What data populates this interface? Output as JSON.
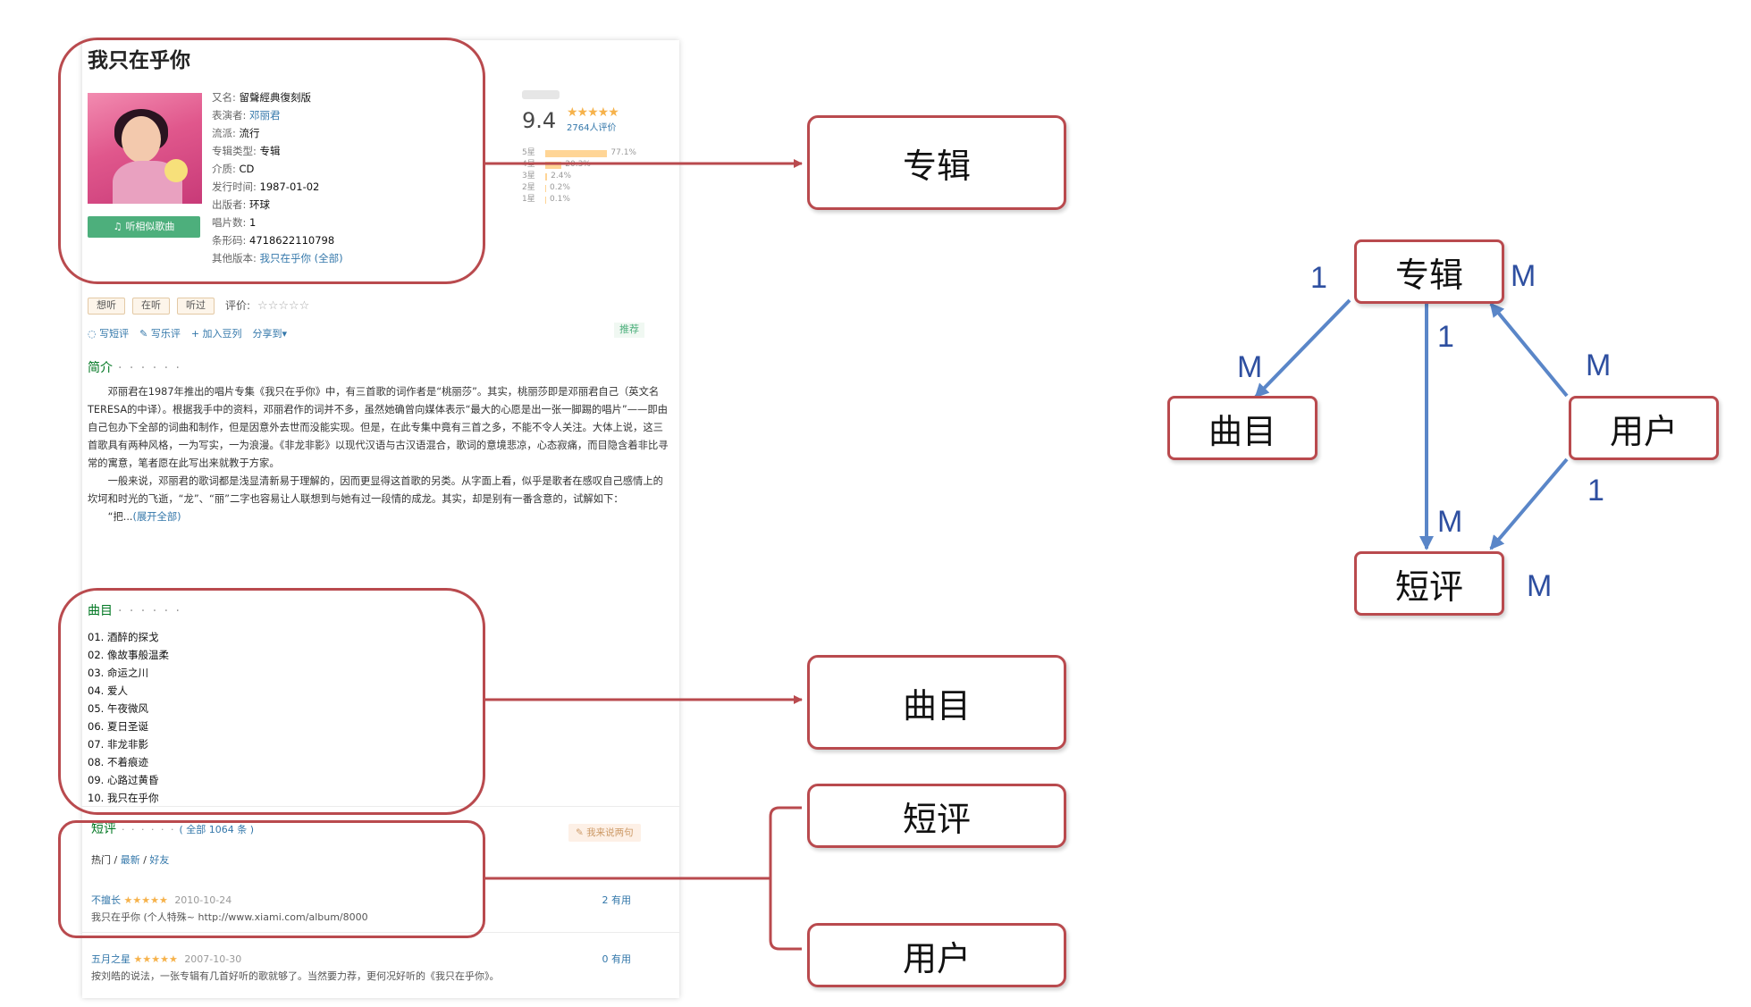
{
  "album": {
    "title": "我只在乎你",
    "listen_button": "听相似歌曲",
    "info": [
      {
        "k": "又名: ",
        "v": "留聲經典復刻版",
        "link": false
      },
      {
        "k": "表演者: ",
        "v": "邓丽君",
        "link": true
      },
      {
        "k": "流派: ",
        "v": "流行",
        "link": false
      },
      {
        "k": "专辑类型: ",
        "v": "专辑",
        "link": false
      },
      {
        "k": "介质: ",
        "v": "CD",
        "link": false
      },
      {
        "k": "发行时间: ",
        "v": "1987-01-02",
        "link": false
      },
      {
        "k": "出版者: ",
        "v": "环球",
        "link": false
      },
      {
        "k": "唱片数: ",
        "v": "1",
        "link": false
      },
      {
        "k": "条形码: ",
        "v": "4718622110798",
        "link": false
      },
      {
        "k": "其他版本: ",
        "v": "我只在乎你  (全部)",
        "link": true
      }
    ],
    "score": "9.4",
    "stars": "★★★★★",
    "votes": "2764人评价",
    "distribution": [
      {
        "label": "5星",
        "pct": "77.1%",
        "value": 77.1
      },
      {
        "label": "4星",
        "pct": "20.3%",
        "value": 20.3
      },
      {
        "label": "3星",
        "pct": "2.4%",
        "value": 2.4
      },
      {
        "label": "2星",
        "pct": "0.2%",
        "value": 0.2
      },
      {
        "label": "1星",
        "pct": "0.1%",
        "value": 0.1
      }
    ],
    "actions": [
      "想听",
      "在听",
      "听过"
    ],
    "rate_label": "评价:",
    "rate_stars": "☆☆☆☆☆",
    "share_links": [
      "写短评",
      "写乐评",
      "+ 加入豆列",
      "分享到▾"
    ],
    "recommend": "推荐",
    "intro_heading": "简介",
    "heading_dots": "· · · · · ·",
    "intro_paragraphs": [
      "邓丽君在1987年推出的唱片专集《我只在乎你》中，有三首歌的词作者是“桃丽莎”。其实，桃丽莎即是邓丽君自己（英文名TERESA的中译）。根据我手中的资料，邓丽君作的词并不多，虽然她确曾向媒体表示“最大的心愿是出一张一脚踢的唱片”——即由自己包办下全部的词曲和制作，但是因意外去世而没能实现。但是，在此专集中竟有三首之多，不能不令人关注。大体上说，这三首歌具有两种风格，一为写实，一为浪漫。《非龙非影》以现代汉语与古汉语混合，歌词的意境悲凉，心态寂痛，而目隐含着非比寻常的寓意，笔者愿在此写出来就教于方家。",
      "一般来说，邓丽君的歌词都是浅显清新易于理解的，因而更显得这首歌的另类。从字面上看，似乎是歌者在感叹自己感情上的坎坷和时光的飞逝，“龙”、“丽”二字也容易让人联想到与她有过一段情的成龙。其实，却是别有一番含意的，试解如下："
    ],
    "intro_more": "“把...",
    "intro_expand": "(展开全部)",
    "tracks_heading": "曲目",
    "tracks": [
      "01. 酒醉的探戈",
      "02. 像故事般温柔",
      "03. 命运之川",
      "04. 爱人",
      "05. 午夜微风",
      "06. 夏日圣诞",
      "07. 非龙非影",
      "08. 不着痕迹",
      "09. 心路过黄昏",
      "10. 我只在乎你"
    ],
    "reviews_heading": "短评",
    "reviews_count": "( 全部 1064 条 )",
    "say_button": "我来说两句",
    "review_tabs": {
      "hot": "热门",
      "sep1": " / ",
      "latest": "最新",
      "sep2": " / ",
      "friends": "好友"
    },
    "reviews": [
      {
        "user": "不擅长",
        "stars": "★★★★★",
        "date": "2010-10-24",
        "useful": "2 有用",
        "text": "我只在乎你  (个人特殊~ http://www.xiami.com/album/8000"
      },
      {
        "user": "五月之星",
        "stars": "★★★★★",
        "date": "2007-10-30",
        "useful": "0 有用",
        "text": "按刘皓的说法，一张专辑有几首好听的歌就够了。当然要力荐，更何况好听的《我只在乎你》。"
      }
    ]
  },
  "labels": {
    "album": "专辑",
    "tracks": "曲目",
    "review": "短评",
    "user": "用户"
  },
  "er": {
    "album": "专辑",
    "track": "曲目",
    "user": "用户",
    "review": "短评",
    "cardinalities": {
      "album_track_1": "1",
      "album_track_m": "M",
      "album_review_1": "1",
      "album_review_m": "M",
      "user_album_m": "M",
      "album_user_m": "M",
      "user_review_1": "1",
      "user_review_m": "M"
    }
  },
  "colors": {
    "highlight": "#b94a4e",
    "arrow_blue": "#5a86c8",
    "link_blue": "#3377aa",
    "section_green": "#007722",
    "star_gold": "#f6b24b"
  }
}
